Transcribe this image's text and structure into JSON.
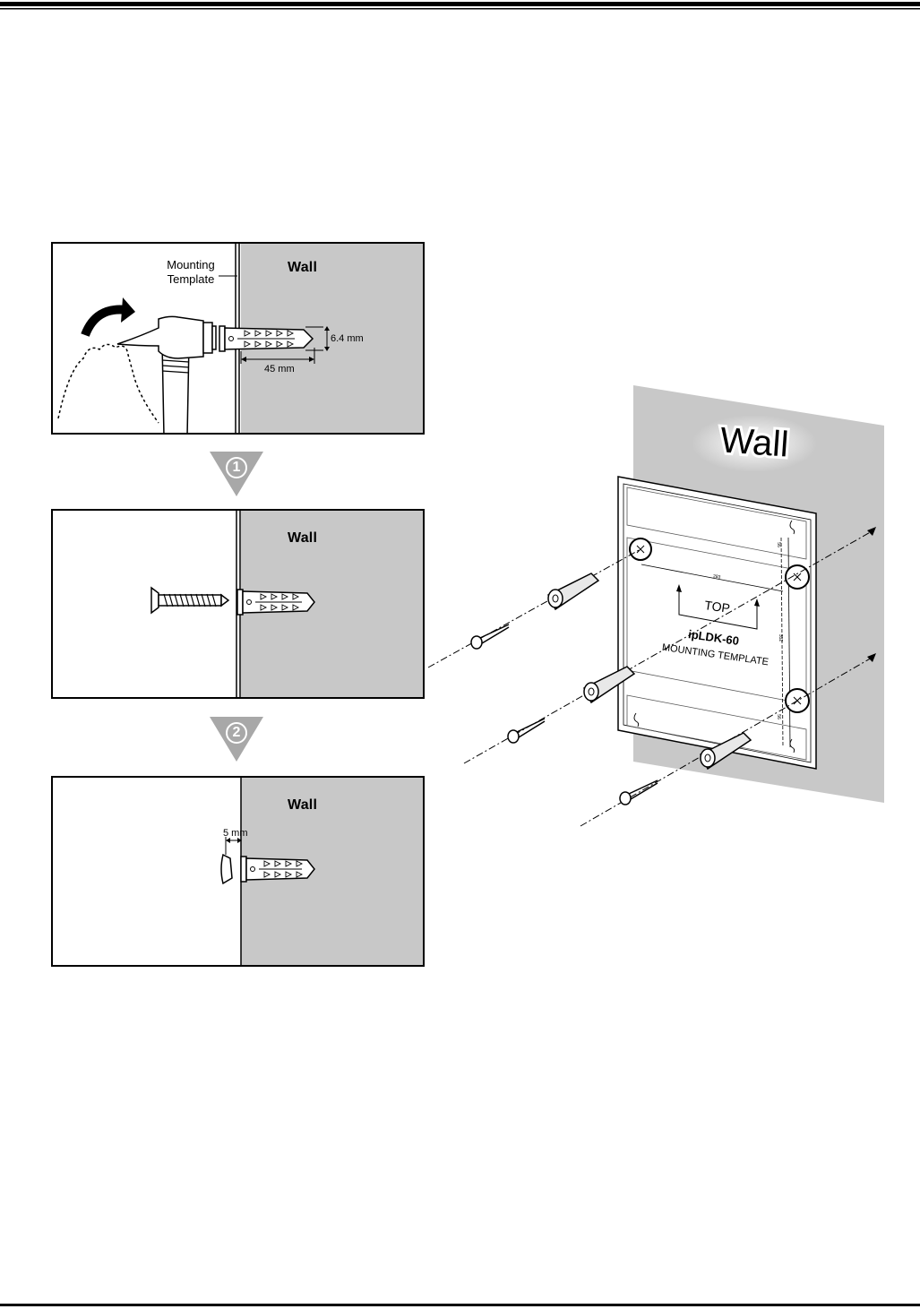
{
  "steps": [
    {
      "number": "1"
    },
    {
      "number": "2"
    }
  ],
  "panel1": {
    "wall_label": "Wall",
    "callout": "Mounting Template",
    "dim_diameter": "6.4 mm",
    "dim_length": "45 mm"
  },
  "panel2": {
    "wall_label": "Wall"
  },
  "panel3": {
    "wall_label": "Wall",
    "dim_gap": "5 mm"
  },
  "perspective": {
    "wall_label": "Wall",
    "template_top": "TOP",
    "template_model": "ipLDK-60",
    "template_name": "MOUNTING  TEMPLATE",
    "dim_283": "283",
    "dim_332": "332",
    "dim_56_top": "56",
    "dim_56_bottom": "56"
  },
  "colors": {
    "wall": "#c8c8c8",
    "line": "#000000",
    "step_triangle": "#a8a8a8"
  }
}
